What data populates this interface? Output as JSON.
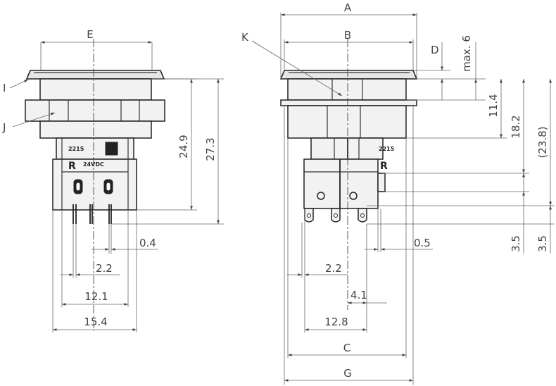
{
  "front_view": {
    "letters": {
      "E": "E",
      "I": "I",
      "J": "J"
    },
    "dims": {
      "d249": "24.9",
      "d273": "27.3",
      "d04": "0.4",
      "d22": "2.2",
      "d121": "12.1",
      "d154": "15.4"
    },
    "markings": {
      "code": "2215",
      "voltage": "24VDC",
      "rohs": "R"
    }
  },
  "side_view": {
    "letters": {
      "A": "A",
      "B": "B",
      "C": "C",
      "D": "D",
      "G": "G",
      "K": "K"
    },
    "dims": {
      "max6": "max. 6",
      "d114": "11.4",
      "d182": "18.2",
      "d238": "(23.8)",
      "d35a": "3.5",
      "d35b": "3.5",
      "d05": "0.5",
      "d22": "2.2",
      "d41": "4.1",
      "d128": "12.8"
    },
    "markings": {
      "code": "2215",
      "rohs": "R"
    }
  }
}
